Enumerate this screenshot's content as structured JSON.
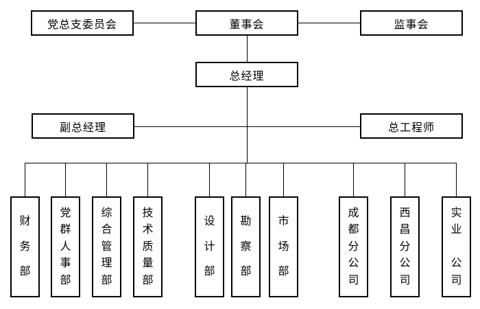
{
  "colors": {
    "background": "#ffffff",
    "line": "#000000",
    "box_border": "#000000",
    "text": "#000000"
  },
  "nodes": {
    "party_committee": "党总支委员会",
    "board_of_directors": "董事会",
    "supervisory_board": "监事会",
    "general_manager": "总经理",
    "deputy_general_manager": "副总经理",
    "chief_engineer": "总工程师"
  },
  "departments": [
    "财务部",
    "党群人事部",
    "综合管理部",
    "技术质量部",
    "设计部",
    "勘察部",
    "市场部",
    "成都分公司",
    "西昌分公司",
    "实业 公司"
  ]
}
